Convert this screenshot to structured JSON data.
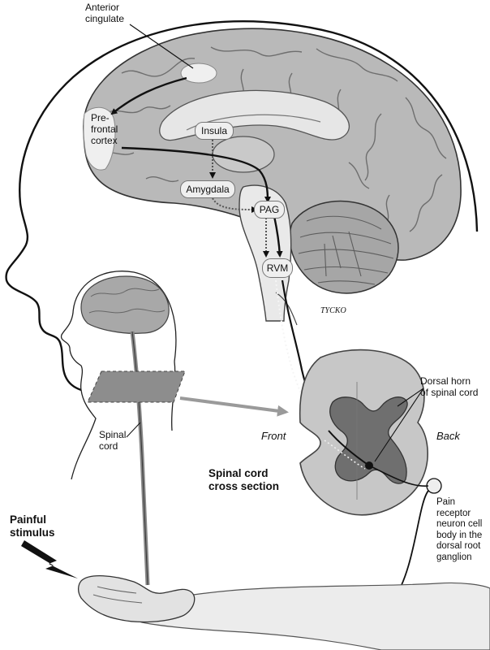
{
  "labels": {
    "anterior_cingulate": "Anterior\ncingulate",
    "prefrontal_cortex": "Pre-\nfrontal\ncortex",
    "insula": "Insula",
    "amygdala": "Amygdala",
    "pag": "PAG",
    "rvm": "RVM",
    "dorsal_horn": "Dorsal horn\nof spinal cord",
    "front": "Front",
    "back": "Back",
    "spinal_cord_inset": "Spinal\ncord",
    "cross_section_title": "Spinal cord\ncross section",
    "painful_stimulus": "Painful\nstimulus",
    "pain_receptor": "Pain\nreceptor\nneuron cell\nbody in the\ndorsal root\nganglion"
  },
  "signature": "TYCKO",
  "colors": {
    "ink": "#111111",
    "brain_fill": "#b9b9b9",
    "brain_shadow": "#8f8f8f",
    "highlight": "#efefef",
    "spinal_fill": "#c7c7c7",
    "grey_matter": "#6f6f6f",
    "arrow_grey": "#9a9a9a"
  }
}
